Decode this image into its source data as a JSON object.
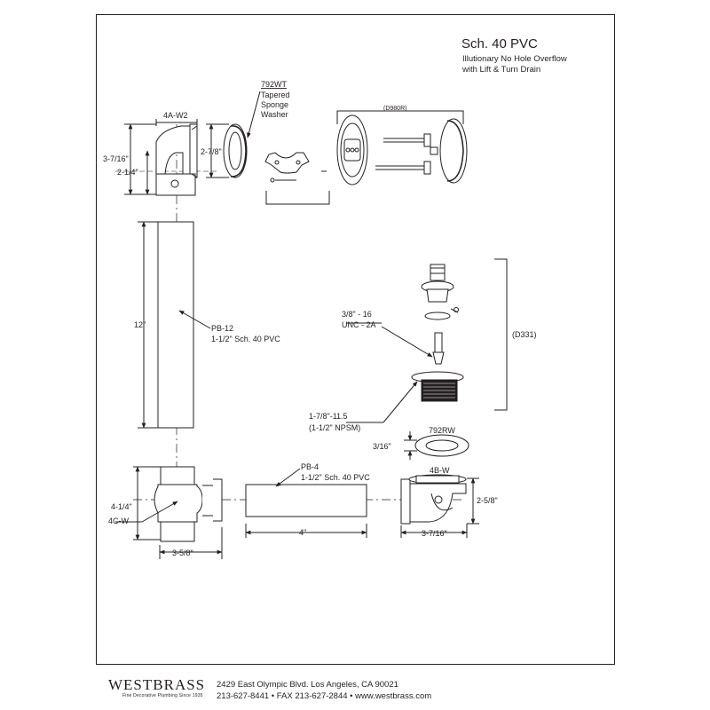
{
  "header": {
    "title": "Sch. 40 PVC",
    "subtitle_line1": "Illutionary No Hole Overflow",
    "subtitle_line2": "with Lift & Turn Drain"
  },
  "parts": {
    "elbow_top": "4A-W2",
    "washer_top": "792WT",
    "washer_desc1": "Tapered",
    "washer_desc2": "Sponge",
    "washer_desc3": "Washer",
    "overflow_kit": "(D980R)",
    "drain_kit": "(D331)",
    "pipe_long": "PB-12",
    "pipe_long_desc": "1-1/2\" Sch. 40 PVC",
    "thread1a": "3/8\" - 16",
    "thread1b": "UNC - 2A",
    "thread2a": "1-7/8\"-11.5",
    "thread2b": "(1-1/2\" NPSM)",
    "washer_bottom": "792RW",
    "pipe_short": "PB-4",
    "pipe_short_desc": "1-1/2\" Sch. 40 PVC",
    "elbow_bottom": "4B-W",
    "tee": "4C-W"
  },
  "dimensions": {
    "elbow_height": "3-7/16\"",
    "elbow_offset": "2-1/4\"",
    "washer_dia": "2-7/8\"",
    "pipe_long_len": "12\"",
    "washer_thickness": "3/16\"",
    "tee_height": "4-1/4\"",
    "tee_width": "3-5/8\"",
    "pipe_short_len": "4\"",
    "elbow_b_height": "2-5/8\"",
    "elbow_b_width": "3-7/16\""
  },
  "footer": {
    "brand": "WESTBRASS",
    "tagline": "Fine Decorative Plumbing Since 1935",
    "address": "2429 East Olympic Blvd. Los Angeles, CA  90021",
    "contact": "213-627-8441 • FAX 213-627-2844 • www.westbrass.com"
  }
}
